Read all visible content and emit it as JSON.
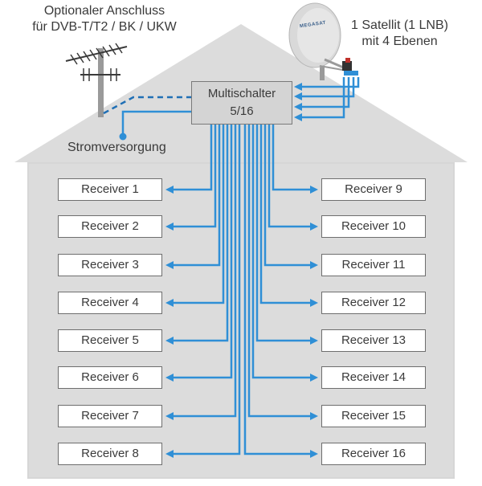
{
  "labels": {
    "antenna_line1": "Optionaler Anschluss",
    "antenna_line2": "für DVB-T/T2 / BK / UKW",
    "satellite_line1": "1 Satellit (1 LNB)",
    "satellite_line2": "mit 4 Ebenen",
    "power": "Stromversorgung",
    "multiswitch_line1": "Multischalter",
    "multiswitch_line2": "5/16",
    "dish_logo": "MEGASAT"
  },
  "receivers_left": [
    "Receiver 1",
    "Receiver 2",
    "Receiver 3",
    "Receiver 4",
    "Receiver 5",
    "Receiver 6",
    "Receiver 7",
    "Receiver 8"
  ],
  "receivers_right": [
    "Receiver 9",
    "Receiver 10",
    "Receiver 11",
    "Receiver 12",
    "Receiver 13",
    "Receiver 14",
    "Receiver 15",
    "Receiver 16"
  ],
  "colors": {
    "cable": "#2f8fd6",
    "roof": "#dcdcdc",
    "wall": "#d6d6d6",
    "multiswitch": "#d4d4d4",
    "mast": "#9a9a9a"
  }
}
